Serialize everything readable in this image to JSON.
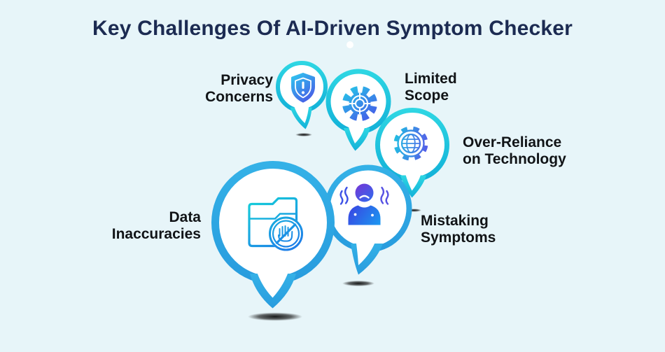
{
  "title": "Key Challenges Of AI-Driven Symptom Checker",
  "bubbles": [
    {
      "id": "privacy-concerns",
      "label": "Privacy\nConcerns",
      "icon": "shield-exclamation-icon",
      "ring_color": "#1FC4DB"
    },
    {
      "id": "limited-scope",
      "label": "Limited\nScope",
      "icon": "gear-crosshair-icon",
      "ring_color": "#1FC4DB"
    },
    {
      "id": "over-reliance-on-technology",
      "label": "Over-Reliance\non Technology",
      "icon": "gear-globe-icon",
      "ring_color": "#1FC4DB"
    },
    {
      "id": "mistaking-symptoms",
      "label": "Mistaking\nSymptoms",
      "icon": "distressed-person-icon",
      "ring_color": "#2EA7E2"
    },
    {
      "id": "data-inaccuracies",
      "label": "Data\nInaccuracies",
      "icon": "folder-restricted-icon",
      "ring_color": "#2EA7E2"
    }
  ],
  "colors": {
    "background": "#E7F5F9",
    "title_text": "#1C2B52",
    "label_text": "#111417",
    "teal_ring": "#1FC4DB",
    "blue_ring": "#2EA7E2",
    "icon_gradient_start": "#2AC8E8",
    "icon_gradient_end": "#4C54E7"
  }
}
